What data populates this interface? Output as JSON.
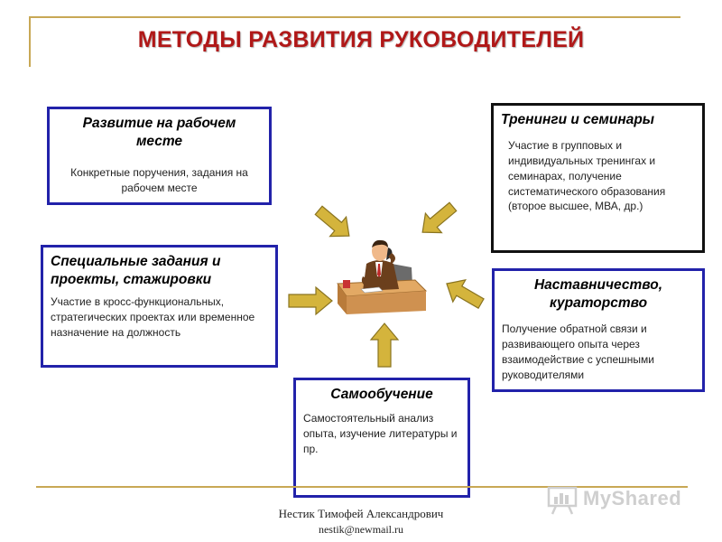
{
  "title": "МЕТОДЫ РАЗВИТИЯ РУКОВОДИТЕЛЕЙ",
  "boxes": {
    "workplace": {
      "title": "Развитие на рабочем месте",
      "text": "Конкретные поручения, задания на рабочем месте"
    },
    "trainings": {
      "title": "Тренинги и семинары",
      "text": "Участие в групповых и индивидуальных тренингах и семинарах, получение систематического образования (второе высшее, МВА, др.)"
    },
    "special": {
      "title": "Специальные задания и проекты, стажировки",
      "text": "Участие в кросс-функциональных, стратегических проектах или временное назначение на должность"
    },
    "mentoring": {
      "title": "Наставничество, кураторство",
      "text": "Получение обратной связи и развивающего опыта через взаимодействие с успешными руководителями"
    },
    "selfstudy": {
      "title": "Самообучение",
      "text": "Самостоятельный анализ опыта, изучение литературы и пр."
    }
  },
  "footer": {
    "author": "Нестик Тимофей Александрович",
    "email": "nestik@newmail.ru"
  },
  "watermark": {
    "text": "MyShared"
  },
  "colors": {
    "title": "#b01818",
    "box_border_blue": "#2222aa",
    "box_border_black": "#111111",
    "arrow_fill": "#d4b43c",
    "frame": "#c8a855"
  },
  "icons": {
    "center": "businessman-on-phone-icon",
    "arrows": "block-arrow-icon"
  }
}
